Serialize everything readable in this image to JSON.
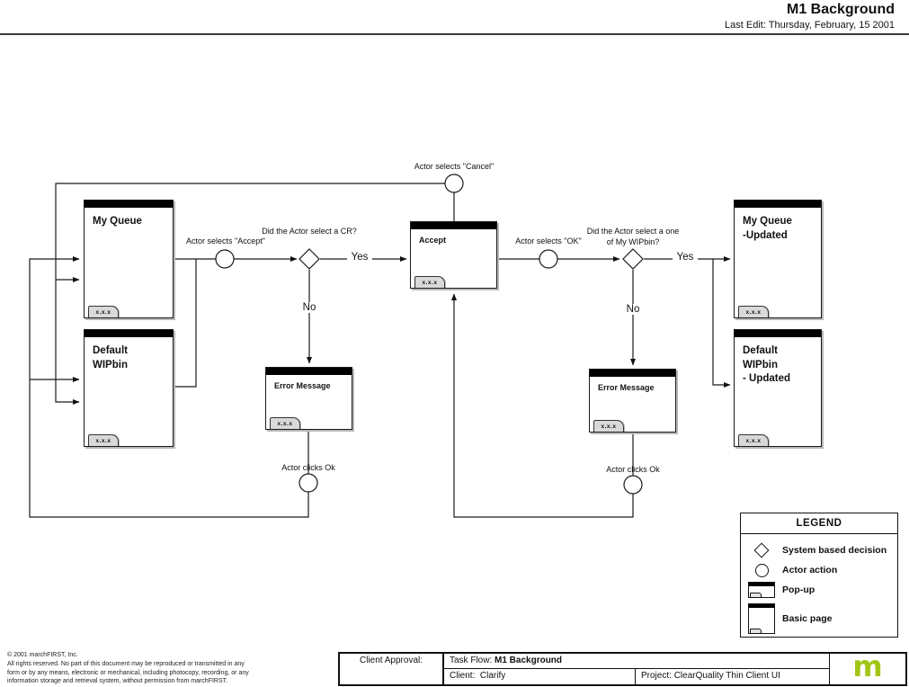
{
  "header": {
    "title": "M1 Background",
    "last_edit": "Last Edit: Thursday, February, 15 2001"
  },
  "flow": {
    "nodes": {
      "my_queue": {
        "title": "My Queue",
        "subtitle": "",
        "tab": "x.x.x"
      },
      "default_wipbin": {
        "title": "Default WIPbin",
        "subtitle": "",
        "tab": "x.x.x"
      },
      "accept": {
        "title": "Accept",
        "tab": "x.x.x"
      },
      "error_left": {
        "title": "Error Message",
        "tab": "x.x.x"
      },
      "error_right": {
        "title": "Error Message",
        "tab": "x.x.x"
      },
      "my_queue_updated": {
        "title": "My Queue",
        "subtitle": "-Updated",
        "tab": "x.x.x"
      },
      "default_wipbin_updated": {
        "title": "Default WIPbin",
        "subtitle": "- Updated",
        "tab": "x.x.x"
      }
    },
    "labels": {
      "actor_selects_accept": "Actor selects \"Accept\"",
      "did_actor_select_cr": "Did the Actor select a CR?",
      "actor_selects_cancel": "Actor selects \"Cancel\"",
      "actor_selects_ok": "Actor selects \"OK\"",
      "did_actor_select_wipbin_line1": "Did the Actor select a one",
      "did_actor_select_wipbin_line2": "of My WIPbin?",
      "yes_left": "Yes",
      "no_left": "No",
      "yes_right": "Yes",
      "no_right": "No",
      "actor_clicks_ok_left": "Actor clicks Ok",
      "actor_clicks_ok_right": "Actor clicks Ok"
    }
  },
  "legend": {
    "title": "LEGEND",
    "items": [
      {
        "icon": "decision-diamond-icon",
        "label": "System based decision"
      },
      {
        "icon": "actor-action-circle-icon",
        "label": "Actor action"
      },
      {
        "icon": "popup-icon",
        "label": "Pop-up"
      },
      {
        "icon": "basic-page-icon",
        "label": "Basic page"
      }
    ]
  },
  "footer": {
    "copyright": [
      "©  2001 marchFIRST, Inc.",
      "All rights reserved. No part of this document may be reproduced or transmitted in any",
      "form or by any means, electronic or mechanical, including photocopy, recording, or any",
      "information storage and retrieval system, without permission from marchFIRST."
    ],
    "table": {
      "approval_label": "Client Approval:",
      "task_flow_label": "Task Flow:",
      "task_flow_value": "M1 Background",
      "client_label": "Client:",
      "client_value": "Clarify",
      "project_label": "Project:",
      "project_value": "ClearQuality Thin Client UI"
    },
    "logo_text": "m"
  },
  "colors": {
    "logo_green": "#a3c615",
    "line_color": "#1a1a1a",
    "tab_gray": "#d9d9d9"
  }
}
